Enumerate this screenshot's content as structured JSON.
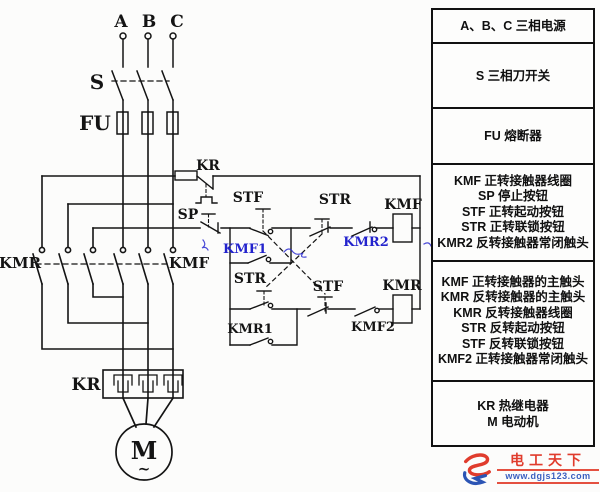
{
  "diagram": {
    "phases": [
      "A",
      "B",
      "C"
    ],
    "knife_switch": "S",
    "fuse": "FU",
    "thermal_relay_contact": "KR",
    "thermal_relay_heater": "KR",
    "stop_button": "SP",
    "fwd_start_button": "STF",
    "fwd_hold_contact": "KMF1",
    "fwd_interlock_nc": "STR",
    "rev_nc_contact": "KMR2",
    "fwd_coil": "KMF",
    "rev_start_button": "STR",
    "rev_hold_contact": "KMR1",
    "rev_interlock_nc": "STF",
    "fwd_nc_contact": "KMF2",
    "rev_coil": "KMR",
    "rev_main_contacts": "KMR",
    "fwd_main_contacts": "KMF",
    "motor": "M",
    "motor_tilde": "~",
    "line_color": "#141414",
    "accent_blue": "#2323cd"
  },
  "legend": {
    "sections": [
      {
        "lines": [
          "A、B、C 三相电源"
        ]
      },
      {
        "lines": [
          "S 三相刀开关"
        ]
      },
      {
        "lines": [
          "FU 熔断器"
        ]
      },
      {
        "lines": [
          "KMF 正转接触器线圈",
          "SP 停止按钮",
          "STF 正转起动按钮",
          "STR 正转联锁按钮",
          "KMR2 反转接触器常闭触头"
        ]
      },
      {
        "lines": [
          "KMF 正转接触器的主触头",
          "KMR 反转接触器的主触头",
          "KMR 反转接触器线圈",
          "STR 反转起动按钮",
          "STF 反转联锁按钮",
          "KMF2 正转接触器常闭触头"
        ]
      },
      {
        "lines": [
          "KR 热继电器",
          "M 电动机"
        ]
      }
    ]
  },
  "watermark": {
    "site_name": "电工天下",
    "site_url": "www.dgjs123.com",
    "red": "#e03c2d",
    "blue": "#3a5fc0"
  }
}
